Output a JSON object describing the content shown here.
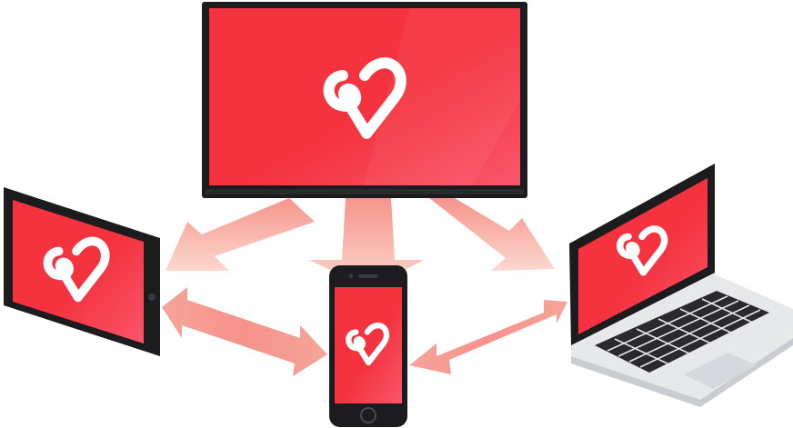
{
  "scene": {
    "devices": [
      {
        "id": "tv",
        "icon": "heart-logo-icon"
      },
      {
        "id": "tablet",
        "icon": "heart-logo-icon"
      },
      {
        "id": "phone",
        "icon": "heart-logo-icon"
      },
      {
        "id": "laptop",
        "icon": "heart-logo-icon"
      }
    ],
    "colors": {
      "screen": "#f4333f",
      "screen_light": "#f95a6a",
      "bezel": "#1c1c1e",
      "arrow": "#f7a49a",
      "arrow_light": "#fbd3c8",
      "keyboard_body": "#e6e8ea",
      "key": "#2a2a2c",
      "logo": "#ffffff"
    }
  }
}
